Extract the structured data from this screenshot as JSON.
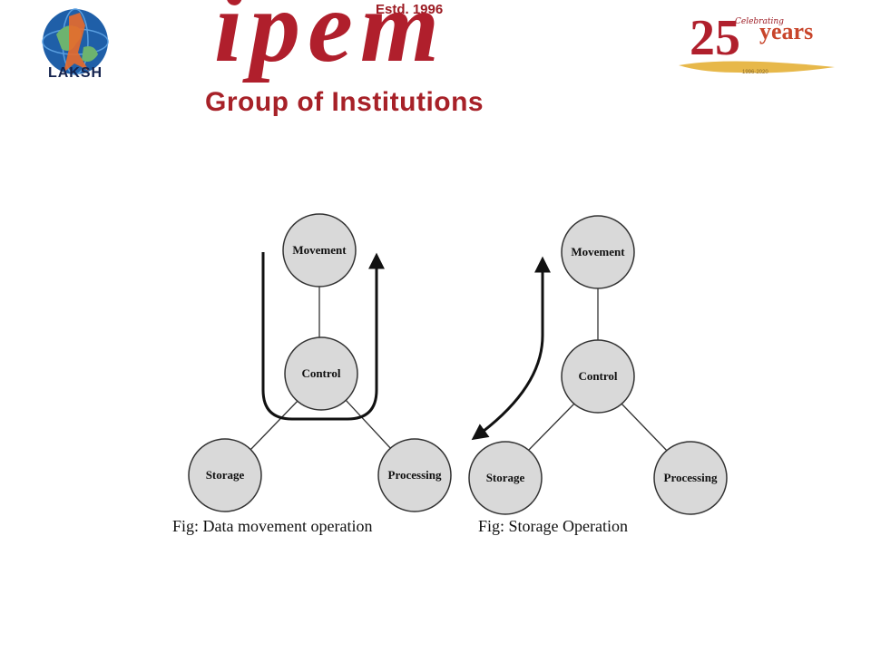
{
  "header": {
    "laksh_logo_text": "LAKSH",
    "estd": "Estd. 1996",
    "wordmark": "ipem",
    "subtitle": "Group of Institutions",
    "badge": {
      "celebrating": "Celebrating",
      "number": "25",
      "years": "years",
      "dates": "1996-2020"
    }
  },
  "figures": [
    {
      "nodes": {
        "movement": "Movement",
        "control": "Control",
        "storage": "Storage",
        "processing": "Processing"
      },
      "caption": "Fig: Data movement operation"
    },
    {
      "nodes": {
        "movement": "Movement",
        "control": "Control",
        "storage": "Storage",
        "processing": "Processing"
      },
      "caption": "Fig: Storage Operation"
    }
  ],
  "colors": {
    "brand_red": "#b01f2c",
    "node_fill": "#d9d9d9",
    "node_stroke": "#333333",
    "globe_blue": "#1f5fa8"
  }
}
